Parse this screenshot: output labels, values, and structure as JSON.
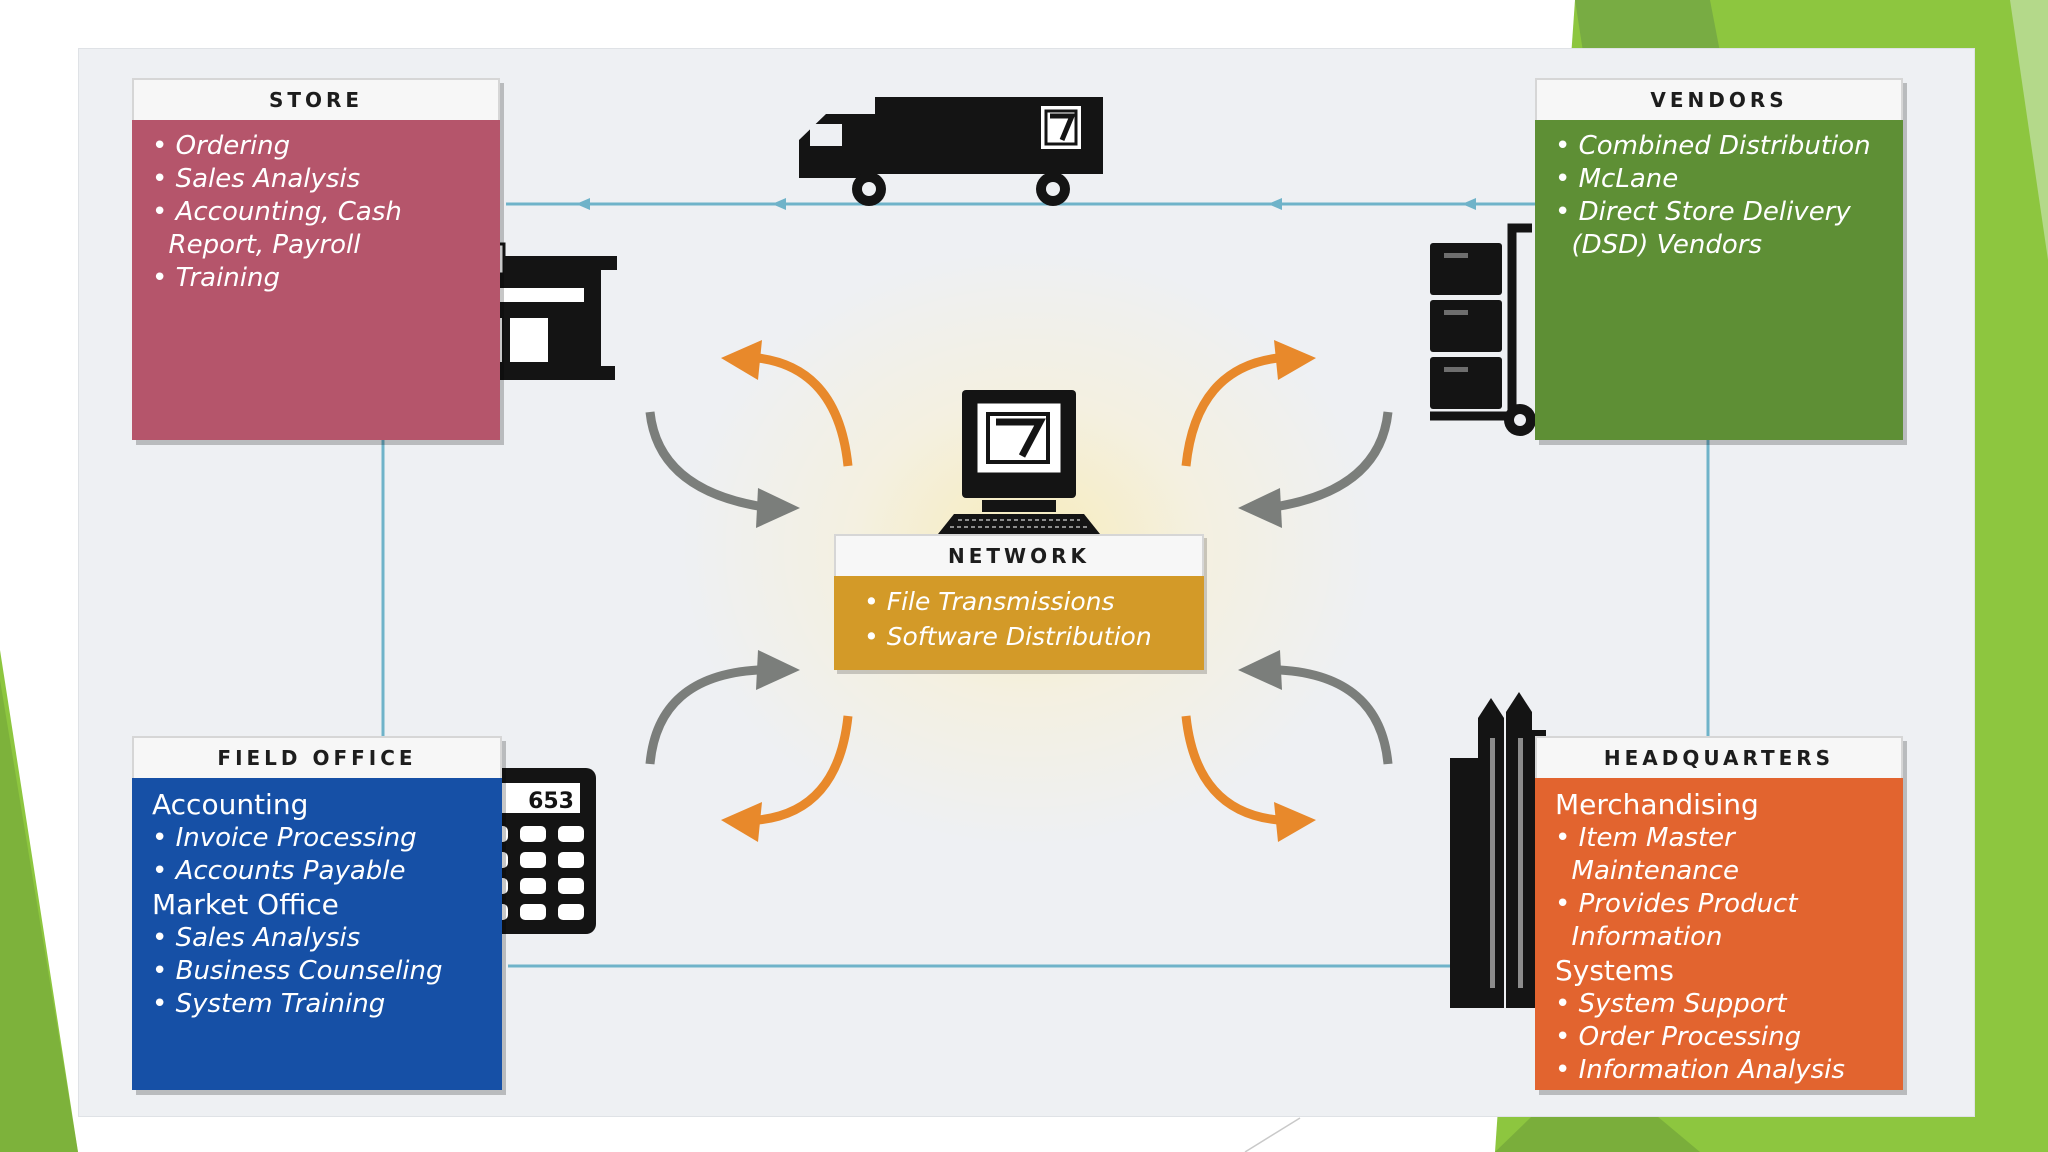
{
  "colors": {
    "slide_green": "#8dc63f",
    "store": "#b5556b",
    "vendors": "#5e8f35",
    "field_office": "#1650a6",
    "headquarters": "#e2642f",
    "network": "#d39a28",
    "arrow_orange": "#e8892b",
    "arrow_gray": "#7b7e7b",
    "connector": "#6fb3c9"
  },
  "icons": [
    "truck-icon",
    "store-building-icon",
    "hand-truck-boxes-icon",
    "computer-icon",
    "calculator-icon",
    "skyscraper-icon"
  ],
  "calculator_display": "653",
  "store": {
    "title": "STORE",
    "items": [
      "• Ordering",
      "• Sales Analysis",
      "• Accounting, Cash\n  Report, Payroll",
      "• Training"
    ]
  },
  "vendors": {
    "title": "VENDORS",
    "items": [
      "• Combined Distribution",
      "• McLane",
      "• Direct Store Delivery\n  (DSD) Vendors"
    ]
  },
  "network": {
    "title": "NETWORK",
    "items": [
      "• File Transmissions",
      "• Software Distribution"
    ]
  },
  "field_office": {
    "title": "FIELD OFFICE",
    "sections": [
      {
        "heading": "Accounting",
        "items": [
          "• Invoice Processing",
          "• Accounts Payable"
        ]
      },
      {
        "heading": "Market Office",
        "items": [
          "• Sales Analysis",
          "• Business Counseling",
          "• System Training"
        ]
      }
    ]
  },
  "headquarters": {
    "title": "HEADQUARTERS",
    "sections": [
      {
        "heading": "Merchandising",
        "items": [
          "• Item Master\n  Maintenance",
          "• Provides Product\n  Information"
        ]
      },
      {
        "heading": "Systems",
        "items": [
          "• System Support",
          "• Order Processing",
          "• Information Analysis"
        ]
      }
    ]
  }
}
